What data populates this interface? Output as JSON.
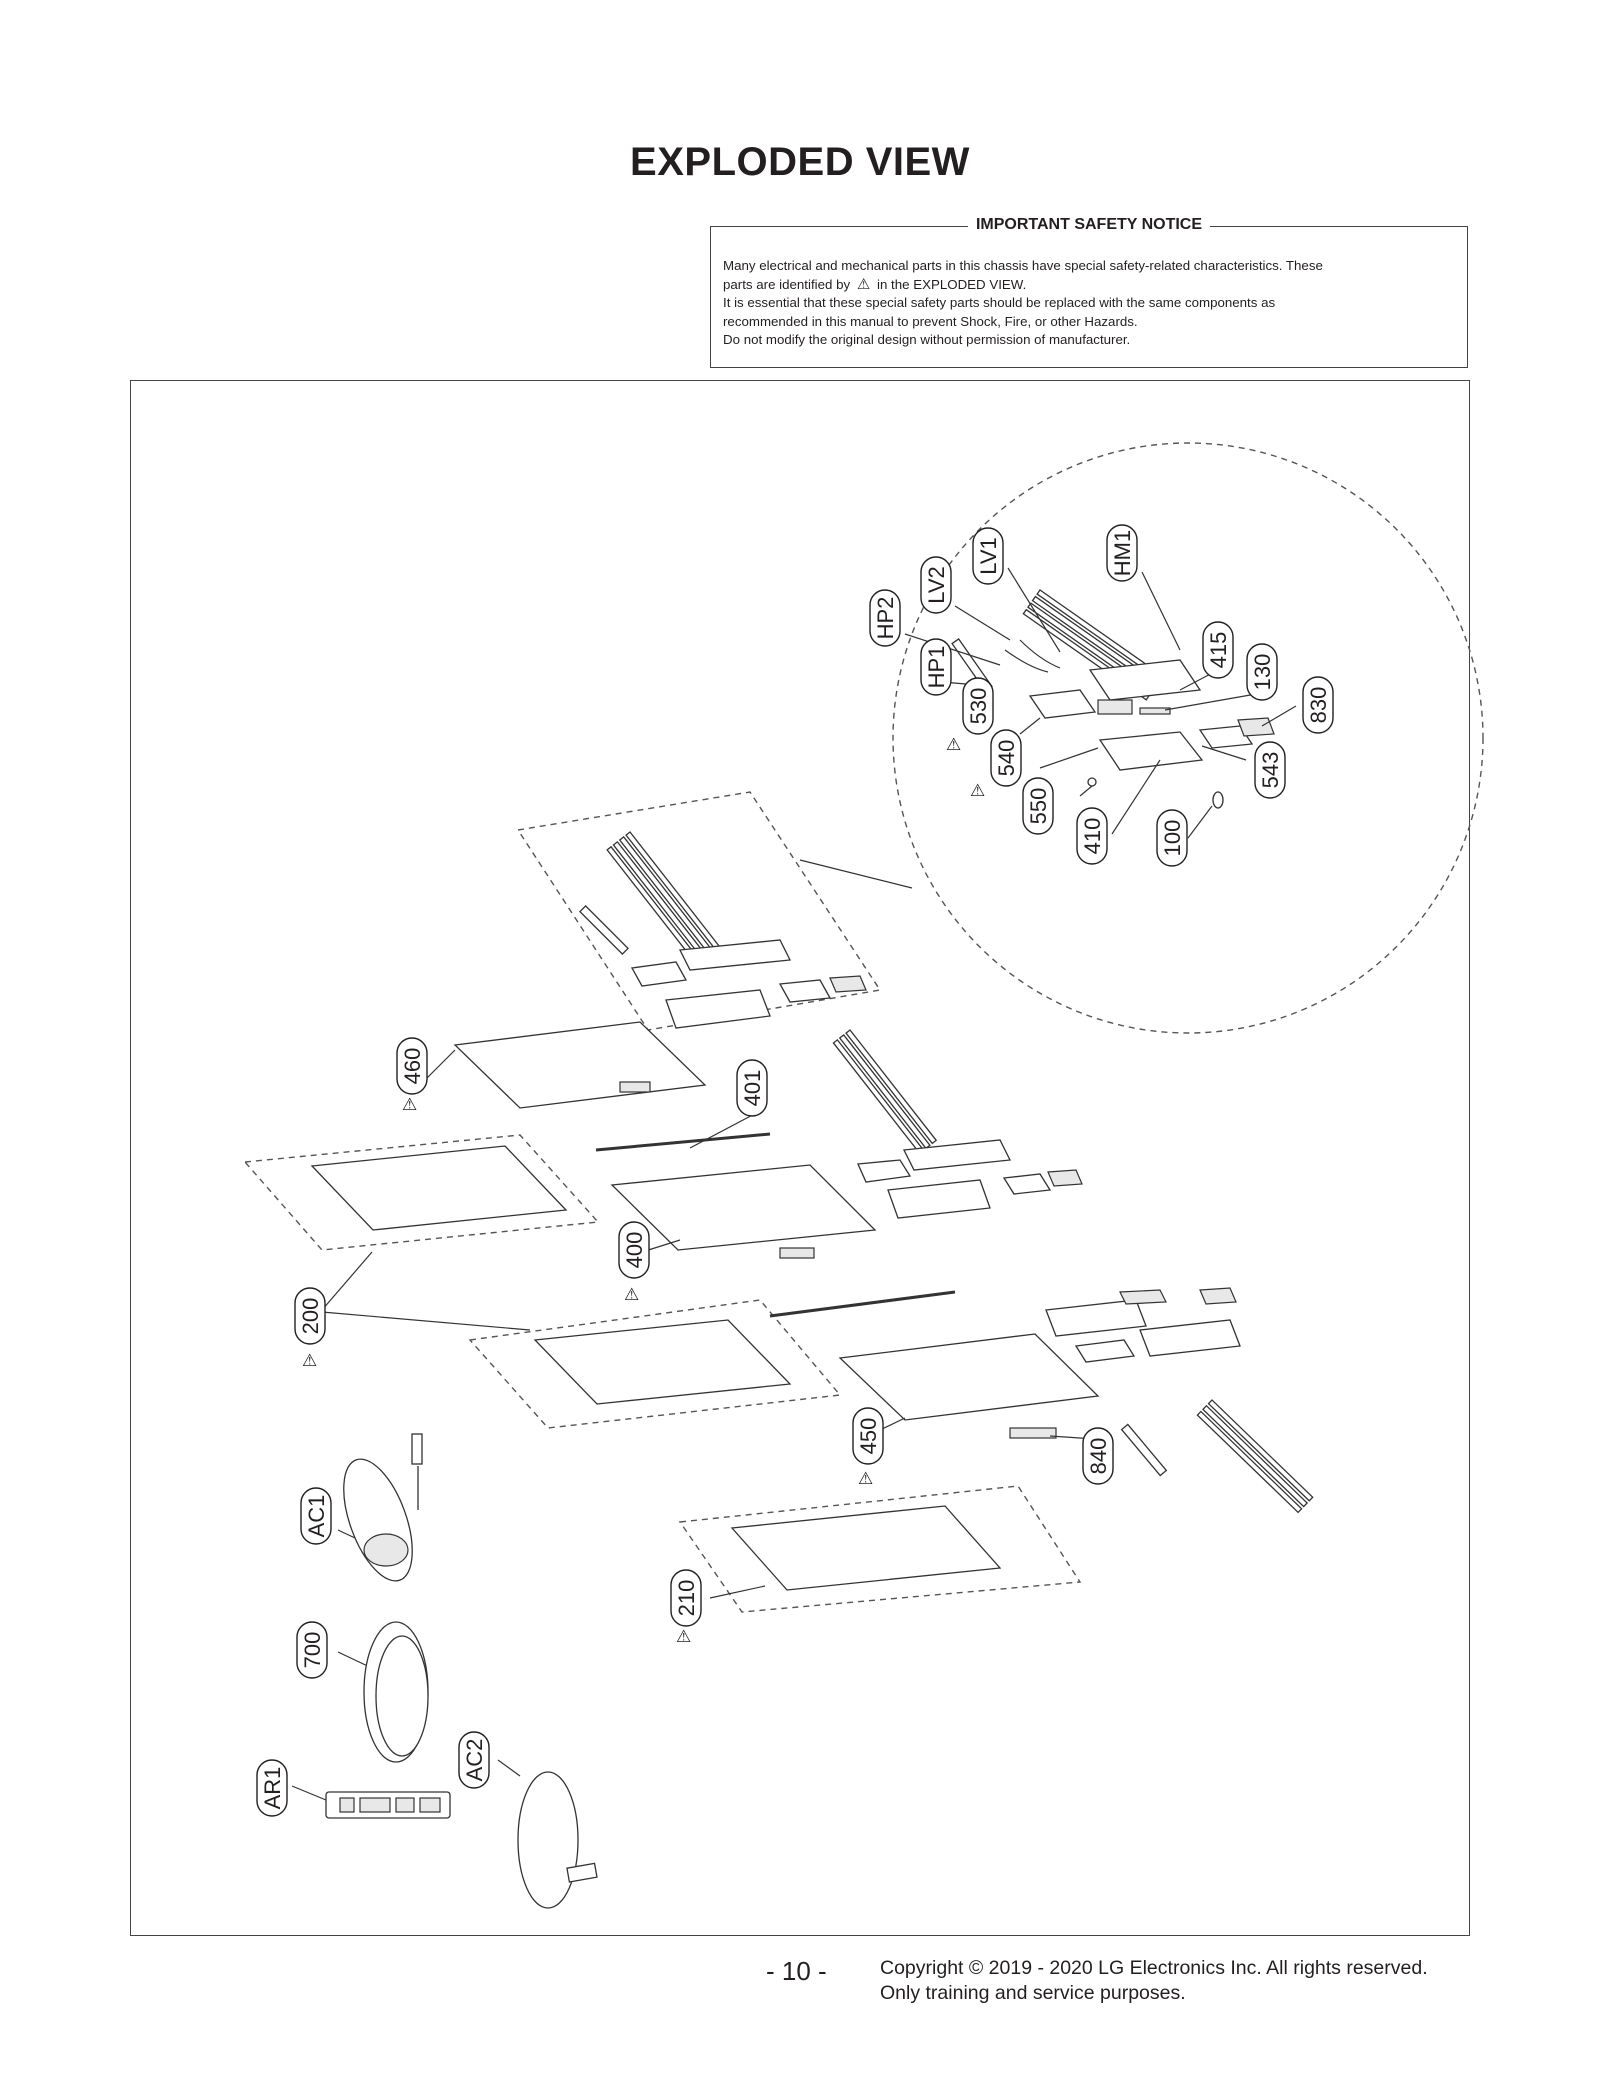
{
  "page": {
    "title": "EXPLODED VIEW",
    "page_number": "- 10 -",
    "copyright_line1": "Copyright © 2019 - 2020 LG Electronics Inc. All rights reserved.",
    "copyright_line2": "Only training and service purposes."
  },
  "notice": {
    "heading": "IMPORTANT SAFETY NOTICE",
    "line1": "Many electrical and mechanical parts in this chassis have special safety-related characteristics. These",
    "line2_before": "parts are identified by",
    "line2_after": "in the EXPLODED VIEW.",
    "line3": "It is essential that these special safety parts should be replaced with the same components as",
    "line4": "recommended in this manual to prevent Shock, Fire, or other Hazards.",
    "line5": "Do not modify the original design without permission of manufacturer.",
    "warning_icon": "warning-triangle-icon"
  },
  "part_labels": {
    "HM1": "HM1",
    "LV1": "LV1",
    "LV2": "LV2",
    "HP2": "HP2",
    "HP1": "HP1",
    "p415": "415",
    "p130": "130",
    "p830": "830",
    "p530": "530",
    "p540": "540",
    "p543": "543",
    "p550": "550",
    "p410": "410",
    "p100": "100",
    "p460": "460",
    "p401": "401",
    "p400": "400",
    "p200": "200",
    "p450": "450",
    "p840": "840",
    "p210": "210",
    "AC1": "AC1",
    "p700": "700",
    "AC2": "AC2",
    "AR1": "AR1"
  }
}
